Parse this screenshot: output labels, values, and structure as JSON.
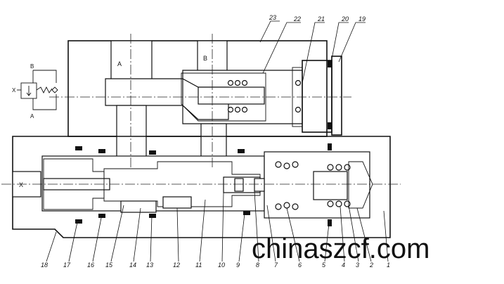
{
  "ports": {
    "a": "A",
    "b": "B",
    "x": "X"
  },
  "symbol": {
    "x": "X",
    "b": "B",
    "a": "A"
  },
  "part_numbers_top": [
    "23",
    "22",
    "21",
    "20",
    "19"
  ],
  "part_numbers_bottom": [
    "18",
    "17",
    "16",
    "15",
    "14",
    "13",
    "12",
    "11",
    "10",
    "9",
    "8",
    "7",
    "6",
    "5",
    "4",
    "3",
    "2",
    "1"
  ],
  "watermark": "chinaszcf.com"
}
